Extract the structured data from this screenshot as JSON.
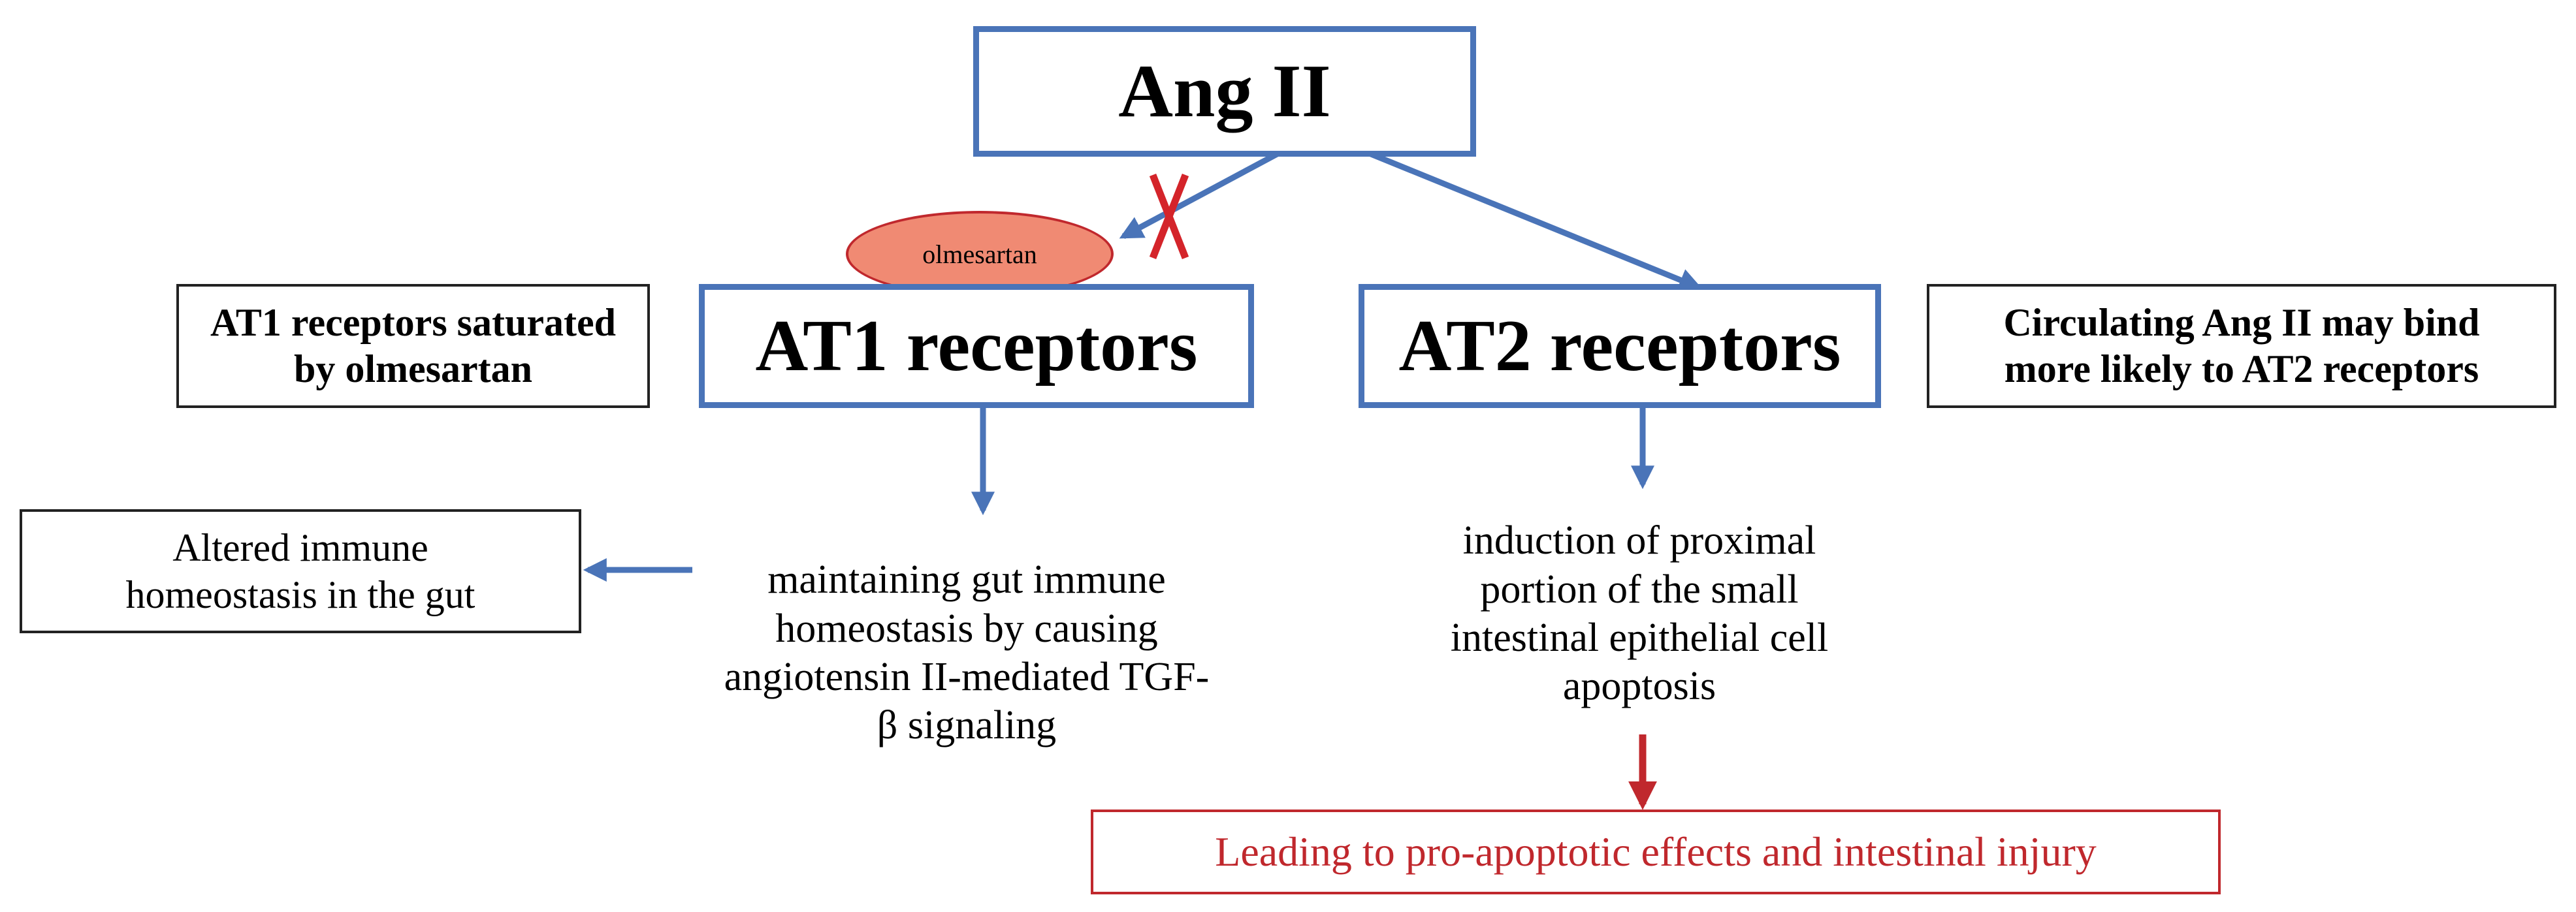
{
  "nodes": {
    "ang_ii": "Ang II",
    "at1_receptors": "AT1 receptors",
    "at2_receptors": "AT2 receptors",
    "olmesartan": "olmesartan",
    "note_at1_saturated": "AT1 receptors saturated\nby olmesartan",
    "note_circulating": "Circulating Ang II may bind\nmore likely to AT2 receptors",
    "altered_homeostasis": "Altered immune\nhomeostasis in the gut",
    "maintaining_homeostasis": "maintaining gut immune\nhomeostasis by causing\nangiotensin II-mediated TGF-\nβ signaling",
    "induction_apoptosis": "induction of proximal\nportion of the small\nintestinal epithelial cell\napoptosis",
    "leading_effects": "Leading to pro-apoptotic effects and intestinal injury"
  },
  "edges": [
    {
      "from": "ang_ii",
      "to": "at1_receptors",
      "blocked": true,
      "color": "#4a74b8"
    },
    {
      "from": "ang_ii",
      "to": "at2_receptors",
      "blocked": false,
      "color": "#4a74b8"
    },
    {
      "from": "at1_receptors",
      "to": "maintaining_homeostasis",
      "blocked": false,
      "color": "#4a74b8"
    },
    {
      "from": "maintaining_homeostasis",
      "to": "altered_homeostasis",
      "blocked": false,
      "color": "#4a74b8"
    },
    {
      "from": "at2_receptors",
      "to": "induction_apoptosis",
      "blocked": false,
      "color": "#4a74b8"
    },
    {
      "from": "induction_apoptosis",
      "to": "leading_effects",
      "blocked": false,
      "color": "#c0282d"
    }
  ],
  "colors": {
    "box_blue": "#4a74b8",
    "accent_red": "#c0282d",
    "olmesartan_fill": "#f08a73"
  }
}
